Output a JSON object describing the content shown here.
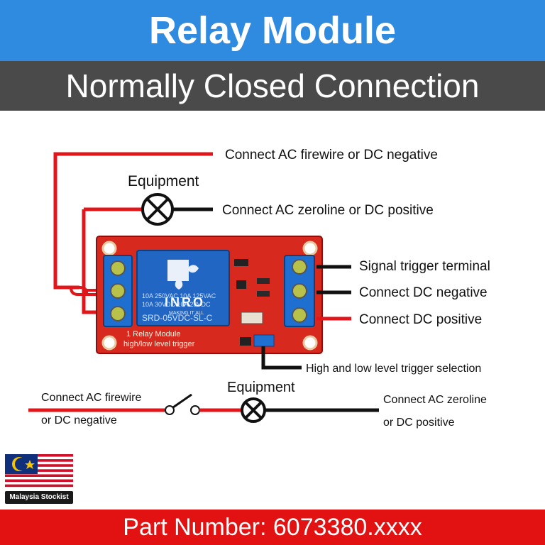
{
  "header": {
    "title": "Relay Module",
    "subtitle": "Normally Closed Connection"
  },
  "diagram": {
    "equipment_top_label": "Equipment",
    "equipment_bottom_label": "Equipment",
    "labels": {
      "ac_firewire_top": "Connect AC firewire or DC negative",
      "ac_zeroline_top": "Connect AC zeroline or DC positive",
      "signal_trigger": "Signal trigger terminal",
      "dc_negative": "Connect DC negative",
      "dc_positive": "Connect DC positive",
      "trigger_selection": "High and low level trigger selection",
      "ac_firewire_bottom_line1": "Connect AC firewire",
      "ac_firewire_bottom_line2": "or DC negative",
      "ac_zeroline_bottom_line1": "Connect AC zeroline",
      "ac_zeroline_bottom_line2": "or DC positive"
    },
    "board": {
      "relay_brand": "INRO",
      "relay_tagline": "MAKING IT ALL",
      "relay_model": "SRD-05VDC-SL-C",
      "relay_rating1": "10A 250VAC 10A 125VAC",
      "relay_rating2": "10A 30VDC 10A 28VDC",
      "pcb_text1": "1 Relay  Module",
      "pcb_text2": "high/low level trigger"
    },
    "colors": {
      "wire_red": "#e0161b",
      "wire_black": "#111111",
      "pcb_red": "#d8291f",
      "relay_blue": "#2066c2",
      "terminal_blue": "#1f6fd1"
    }
  },
  "badge": {
    "label": "Malaysia Stockist"
  },
  "footer": {
    "part_number": "Part Number: 6073380.xxxx"
  }
}
